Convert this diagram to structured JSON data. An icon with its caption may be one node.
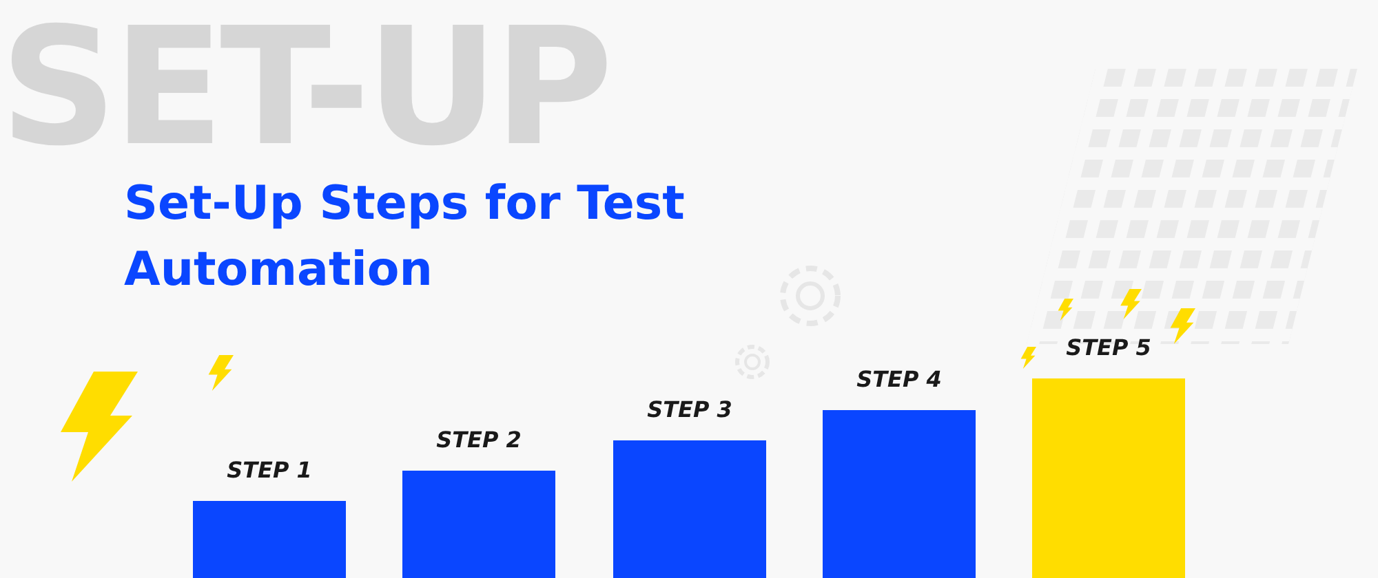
{
  "diagram": {
    "title": "Set-Up Steps for Test Automation",
    "nodes": [
      {
        "text": [
          "STEP 1"
        ]
      },
      {
        "text": [
          "STEP 2"
        ]
      },
      {
        "text": [
          "STEP 3"
        ]
      },
      {
        "text": [
          "STEP 4"
        ]
      },
      {
        "text": [
          "STEP 5"
        ]
      }
    ],
    "labels": [
      "SET-UP"
    ]
  }
}
